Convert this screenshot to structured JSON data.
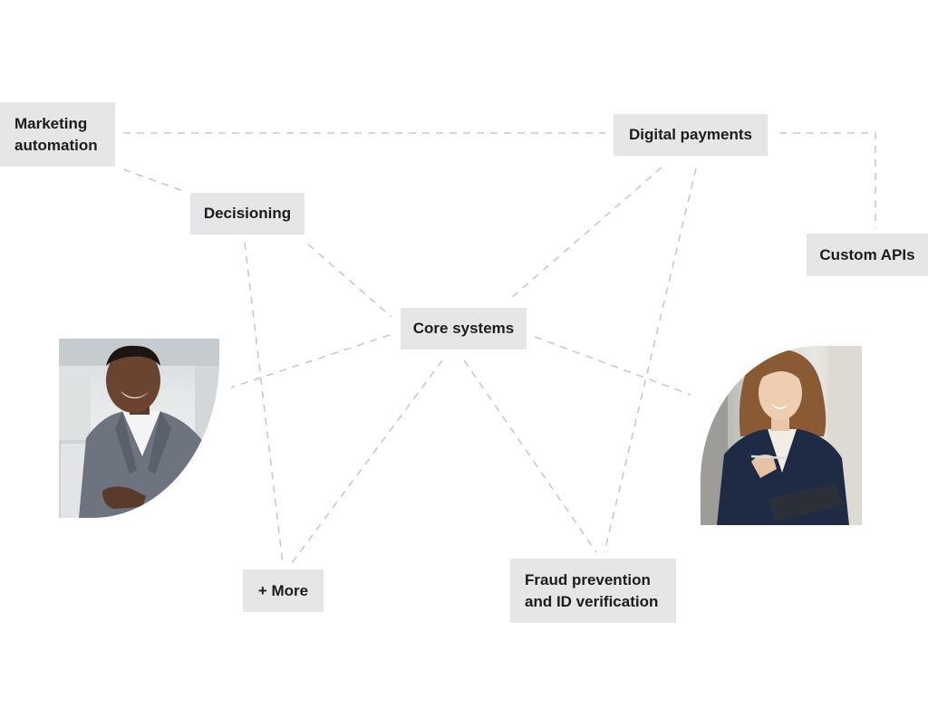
{
  "nodes": {
    "marketing_automation": {
      "line1": "Marketing",
      "line2": "automation"
    },
    "digital_payments": "Digital payments",
    "decisioning": "Decisioning",
    "custom_apis": "Custom APIs",
    "core_systems": "Core systems",
    "more": "+ More",
    "fraud_prevention": {
      "line1": "Fraud prevention",
      "line2": "and ID verification"
    }
  },
  "colors": {
    "node_background": "#e5e6e8",
    "node_text": "#1b1c1f",
    "connector": "#c9c9c9"
  }
}
